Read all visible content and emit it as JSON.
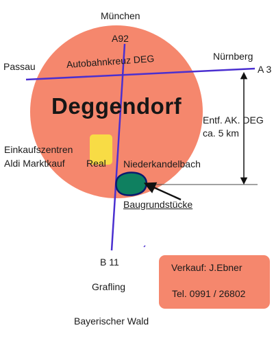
{
  "map": {
    "town": "Deggendorf",
    "places": {
      "north": "München",
      "west": "Passau",
      "east": "Nürnberg",
      "south": "Grafling",
      "far_south": "Bayerischer Wald"
    },
    "roads": {
      "a92": "A92",
      "a3": "A 3",
      "b11": "B 11"
    },
    "interchange": "Autobahnkreuz DEG",
    "distance": {
      "line1": "Entf. AK. DEG",
      "line2": "ca. 5 km"
    },
    "shopping": {
      "line1": "Einkaufszentren",
      "line2": "Aldi  Marktkauf",
      "line3": "Real"
    },
    "district": "Niederkandelbach",
    "plots": "Baugrundstücke",
    "contact": {
      "line1": "Verkauf: J.Ebner",
      "line2": "Tel. 0991 / 26802"
    }
  },
  "colors": {
    "town_area": "#f5876d",
    "road": "#4a2fd0",
    "shopping_marker": "#f8dc45",
    "plot_marker": "#0f8060",
    "contact_box": "#f5876d"
  }
}
